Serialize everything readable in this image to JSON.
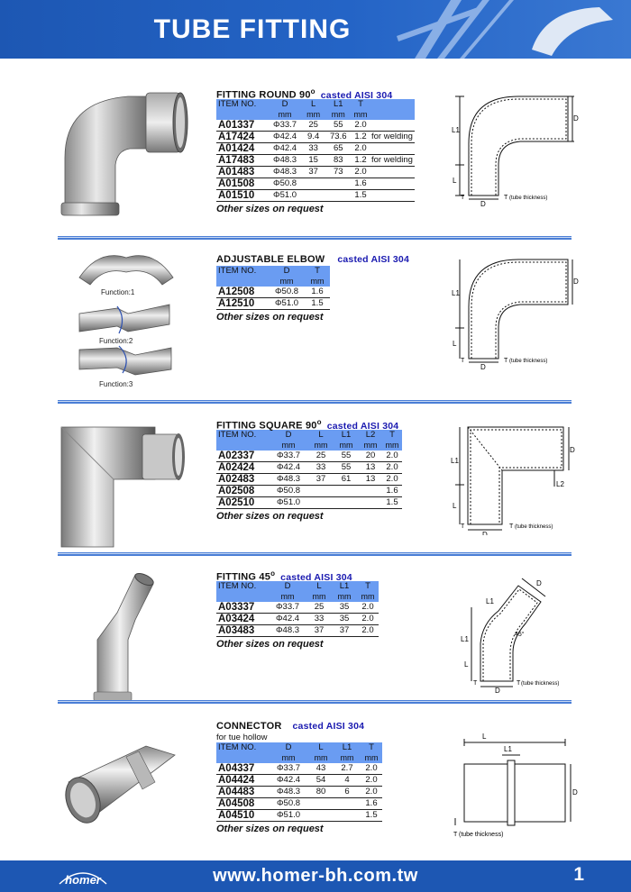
{
  "header": {
    "title": "TUBE FITTING"
  },
  "sections": [
    {
      "title": "FITTING ROUND 90",
      "degree": "o",
      "material": "casted AISI 304",
      "headers": [
        "ITEM NO.",
        "D",
        "L",
        "L1",
        "T",
        ""
      ],
      "units": [
        "",
        "mm",
        "mm",
        "mm",
        "mm",
        ""
      ],
      "rows": [
        [
          "A01337",
          "Φ33.7",
          "25",
          "55",
          "2.0",
          ""
        ],
        [
          "A17424",
          "Φ42.4",
          "9.4",
          "73.6",
          "1.2",
          "for welding"
        ],
        [
          "A01424",
          "Φ42.4",
          "33",
          "65",
          "2.0",
          ""
        ],
        [
          "A17483",
          "Φ48.3",
          "15",
          "83",
          "1.2",
          "for welding"
        ],
        [
          "A01483",
          "Φ48.3",
          "37",
          "73",
          "2.0",
          ""
        ],
        [
          "A01508",
          "Φ50.8",
          "",
          "",
          "1.6",
          ""
        ],
        [
          "A01510",
          "Φ51.0",
          "",
          "",
          "1.5",
          ""
        ]
      ],
      "note": "Other sizes on request"
    },
    {
      "title": "ADJUSTABLE ELBOW",
      "material": "casted AISI 304",
      "headers": [
        "ITEM NO.",
        "D",
        "T"
      ],
      "units": [
        "",
        "mm",
        "mm"
      ],
      "rows": [
        [
          "A12508",
          "Φ50.8",
          "1.6"
        ],
        [
          "A12510",
          "Φ51.0",
          "1.5"
        ]
      ],
      "note": "Other sizes on request",
      "functions": [
        "Function:1",
        "Function:2",
        "Function:3"
      ]
    },
    {
      "title": "FITTING SQUARE 90",
      "degree": "o",
      "material": "casted AISI 304",
      "headers": [
        "ITEM NO.",
        "D",
        "L",
        "L1",
        "L2",
        "T"
      ],
      "units": [
        "",
        "mm",
        "mm",
        "mm",
        "mm",
        "mm"
      ],
      "rows": [
        [
          "A02337",
          "Φ33.7",
          "25",
          "55",
          "20",
          "2.0"
        ],
        [
          "A02424",
          "Φ42.4",
          "33",
          "55",
          "13",
          "2.0"
        ],
        [
          "A02483",
          "Φ48.3",
          "37",
          "61",
          "13",
          "2.0"
        ],
        [
          "A02508",
          "Φ50.8",
          "",
          "",
          "",
          "1.6"
        ],
        [
          "A02510",
          "Φ51.0",
          "",
          "",
          "",
          "1.5"
        ]
      ],
      "note": "Other sizes on request"
    },
    {
      "title": "FITTING 45",
      "degree": "o",
      "material": "casted AISI 304",
      "headers": [
        "ITEM NO.",
        "D",
        "L",
        "L1",
        "T"
      ],
      "units": [
        "",
        "mm",
        "mm",
        "mm",
        "mm"
      ],
      "rows": [
        [
          "A03337",
          "Φ33.7",
          "25",
          "35",
          "2.0"
        ],
        [
          "A03424",
          "Φ42.4",
          "33",
          "35",
          "2.0"
        ],
        [
          "A03483",
          "Φ48.3",
          "37",
          "37",
          "2.0"
        ]
      ],
      "note": "Other sizes on request"
    },
    {
      "title": "CONNECTOR",
      "material": "casted AISI 304",
      "subtitle": "for tue hollow",
      "headers": [
        "ITEM NO.",
        "D",
        "L",
        "L1",
        "T"
      ],
      "units": [
        "",
        "mm",
        "mm",
        "mm",
        "mm"
      ],
      "rows": [
        [
          "A04337",
          "Φ33.7",
          "43",
          "2.7",
          "2.0"
        ],
        [
          "A04424",
          "Φ42.4",
          "54",
          "4",
          "2.0"
        ],
        [
          "A04483",
          "Φ48.3",
          "80",
          "6",
          "2.0"
        ],
        [
          "A04508",
          "Φ50.8",
          "",
          "",
          "1.6"
        ],
        [
          "A04510",
          "Φ51.0",
          "",
          "",
          "1.5"
        ]
      ],
      "note": "Other sizes on request"
    }
  ],
  "diagram_labels": {
    "D": "D",
    "L": "L",
    "L1": "L1",
    "L2": "L2",
    "T": "T",
    "tube": "(tube thickness)",
    "angle": "45°"
  },
  "footer": {
    "url": "www.homer-bh.com.tw",
    "page": "1",
    "logo": "homer"
  },
  "colors": {
    "header_blue": "#1d57b3",
    "table_header": "#6a9cf2",
    "material_text": "#1a1ab0"
  }
}
